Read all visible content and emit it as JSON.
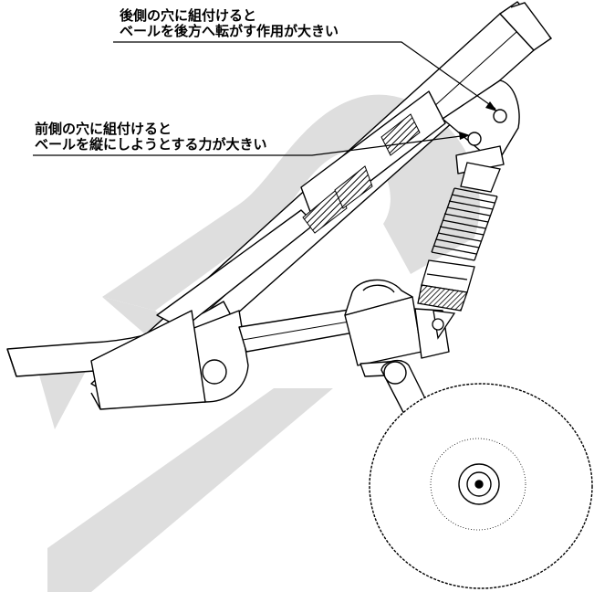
{
  "callouts": {
    "rear_hole": {
      "line1": "後側の穴に組付けると",
      "line2": "ベールを後方へ転がす作用が大きい"
    },
    "front_hole": {
      "line1": "前側の穴に組付けると",
      "line2": "ベールを縦にしようとする力が大きい"
    }
  },
  "colors": {
    "watermark": "#dedede",
    "line": "#000000",
    "background": "#ffffff"
  }
}
